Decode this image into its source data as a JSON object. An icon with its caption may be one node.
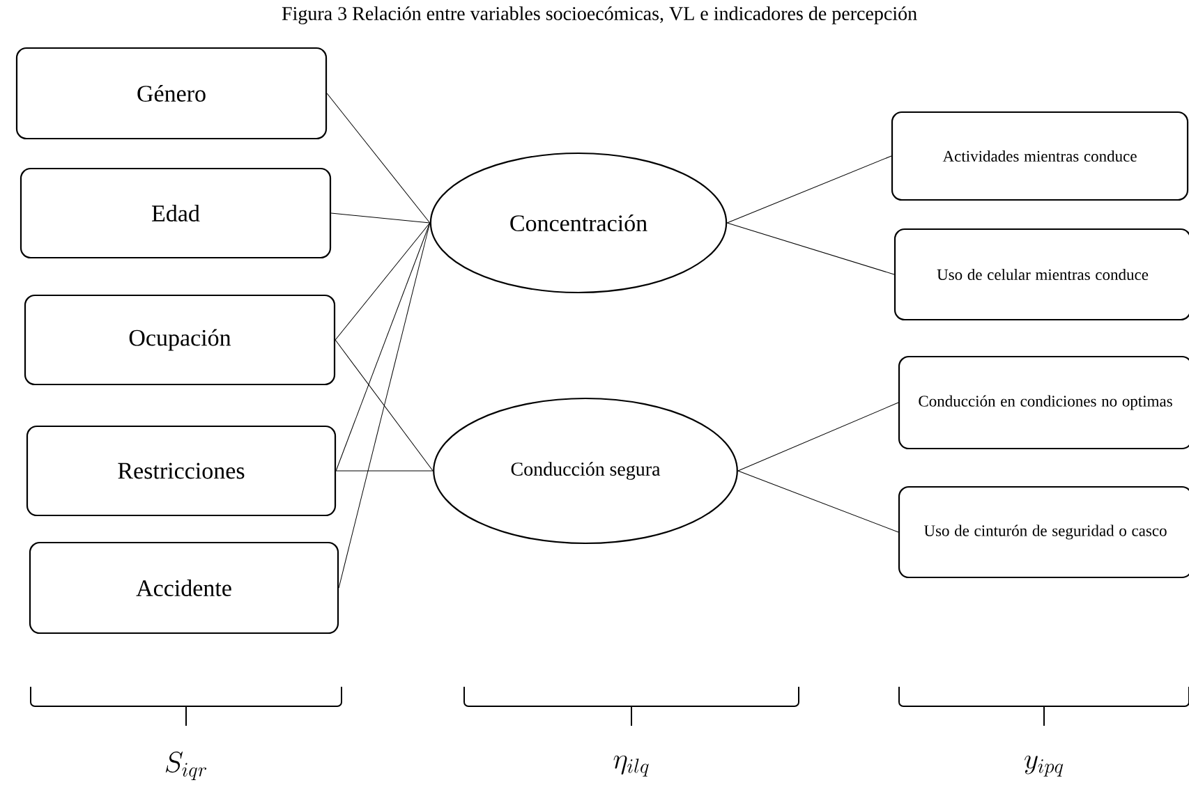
{
  "diagram": {
    "title": "Figura 3 Relación entre variables socioecómicas, VL e indicadores de percepción",
    "nodes": [
      {
        "text": [
          "Género"
        ]
      },
      {
        "text": [
          "Edad"
        ]
      },
      {
        "text": [
          "Ocupación"
        ]
      },
      {
        "text": [
          "Restricciones"
        ]
      },
      {
        "text": [
          "Accidente"
        ]
      },
      {
        "text": [
          "Concentración"
        ]
      },
      {
        "text": [
          "Conducción segura"
        ]
      },
      {
        "text": [
          "Actividades mientras conduce"
        ]
      },
      {
        "text": [
          "Uso de celular mientras conduce"
        ]
      },
      {
        "text": [
          "Conducción en condiciones no optimas"
        ]
      },
      {
        "text": [
          "Uso de cinturón de seguridad o casco"
        ]
      }
    ],
    "edges": [
      {
        "from": 0,
        "to": 5,
        "arrow": "none"
      },
      {
        "from": 1,
        "to": 5,
        "arrow": "none"
      },
      {
        "from": 2,
        "to": 5,
        "arrow": "none"
      },
      {
        "from": 2,
        "to": 6,
        "arrow": "none"
      },
      {
        "from": 3,
        "to": 5,
        "arrow": "none"
      },
      {
        "from": 3,
        "to": 6,
        "arrow": "none"
      },
      {
        "from": 4,
        "to": 5,
        "arrow": "none"
      },
      {
        "from": 5,
        "to": 7,
        "arrow": "none"
      },
      {
        "from": 5,
        "to": 8,
        "arrow": "none"
      },
      {
        "from": 6,
        "to": 9,
        "arrow": "none"
      },
      {
        "from": 6,
        "to": 10,
        "arrow": "none"
      }
    ],
    "labels": [
      "S_{iqr}",
      "\\eta_{ilq}",
      "y_{ipq}"
    ]
  }
}
